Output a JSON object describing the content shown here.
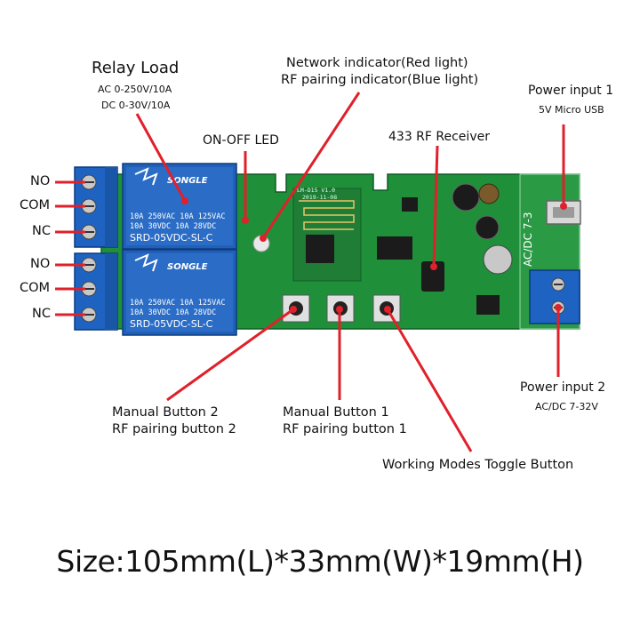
{
  "relay_load": {
    "title": "Relay Load",
    "line1": "AC 0-250V/10A",
    "line2": "DC 0-30V/10A"
  },
  "network_indicator": {
    "line1": "Network indicator(Red light)",
    "line2": "RF pairing indicator(Blue light)"
  },
  "power_input_1": {
    "title": "Power input 1",
    "sub": "5V Micro USB"
  },
  "on_off_led": "ON-OFF LED",
  "rf_receiver": "433 RF Receiver",
  "terminals_top": {
    "no": "NO",
    "com": "COM",
    "nc": "NC"
  },
  "terminals_bottom": {
    "no": "NO",
    "com": "COM",
    "nc": "NC"
  },
  "power_input_2": {
    "title": "Power input 2",
    "sub": "AC/DC 7-32V"
  },
  "manual_button_2": {
    "line1": "Manual Button 2",
    "line2": "RF pairing button 2"
  },
  "manual_button_1": {
    "line1": "Manual Button 1",
    "line2": "RF pairing button 1"
  },
  "working_modes": "Working Modes Toggle Button",
  "size_text": "Size:105mm(L)*33mm(W)*19mm(H)",
  "relay": {
    "brand": "SONGLE",
    "spec1": "10A 250VAC  10A 125VAC",
    "spec2": "10A  30VDC  10A  28VDC",
    "model": "SRD-05VDC-SL-C"
  },
  "pcb_text": {
    "ver": "LM-D15 V1.0",
    "date": "2019-11-08",
    "acdc": "AC/DC 7-3"
  },
  "colors": {
    "pcb": "#1f8f3a",
    "relay": "#1f5fb3",
    "terminal": "#1f63c2",
    "pointer": "#e0202a"
  }
}
